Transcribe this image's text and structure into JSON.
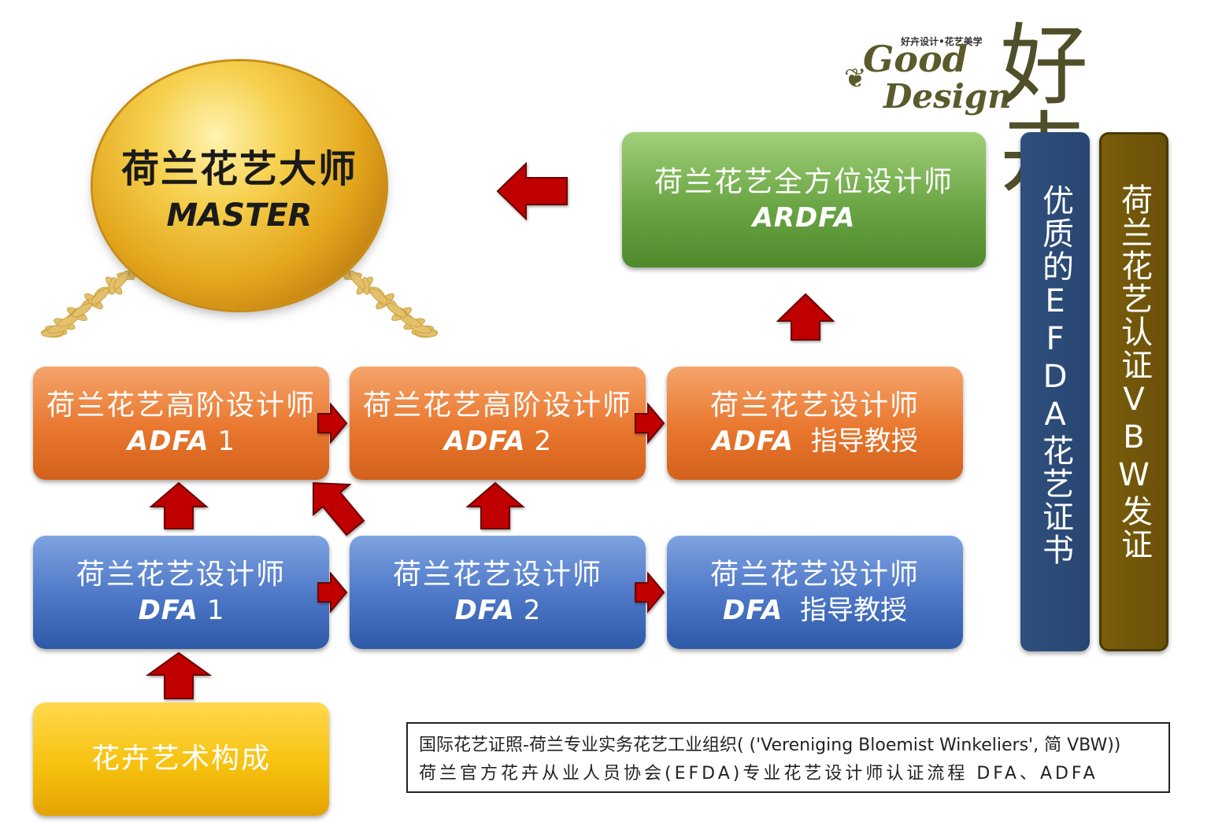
{
  "colors": {
    "orange": "#e9772e",
    "blue": "#4c76c6",
    "green": "#6aa544",
    "yellow": "#f7c20f",
    "arrow": "#c00000",
    "band_efda": "#2f4f7e",
    "band_vbw": "#7a5e0c",
    "gold": "#e3a51c"
  },
  "logo": {
    "tagline": "好卉设计•花艺美学",
    "word1": "Good",
    "word2": "Design",
    "cn": "好卉"
  },
  "master": {
    "zh": "荷兰花艺大师",
    "en": "MASTER"
  },
  "ardfa": {
    "zh": "荷兰花艺全方位设计师",
    "en": "ARDFA"
  },
  "adfa1": {
    "zh": "荷兰花艺高阶设计师",
    "en": "ADFA",
    "suffix": "1"
  },
  "adfa2": {
    "zh": "荷兰花艺高阶设计师",
    "en": "ADFA",
    "suffix": "2"
  },
  "adfa_prof": {
    "zh": "荷兰花艺设计师",
    "en": "ADFA",
    "suffix": "指导教授"
  },
  "dfa1": {
    "zh": "荷兰花艺设计师",
    "en": "DFA",
    "suffix": "1"
  },
  "dfa2": {
    "zh": "荷兰花艺设计师",
    "en": "DFA",
    "suffix": "2"
  },
  "dfa_prof": {
    "zh": "荷兰花艺设计师",
    "en": "DFA",
    "suffix": "指导教授"
  },
  "foundation": {
    "zh": "花卉艺术构成"
  },
  "band_efda": {
    "text": "优质的EFDA花艺证书"
  },
  "band_vbw": {
    "text": "荷兰花艺认证VBW发证"
  },
  "caption": {
    "line1": "国际花艺证照-荷兰专业实务花艺工业组织( ('Vereniging Bloemist Winkeliers', 简 VBW))",
    "line2": "荷兰官方花卉从业人员协会(EFDA)专业花艺设计师认证流程 DFA、ADFA"
  }
}
